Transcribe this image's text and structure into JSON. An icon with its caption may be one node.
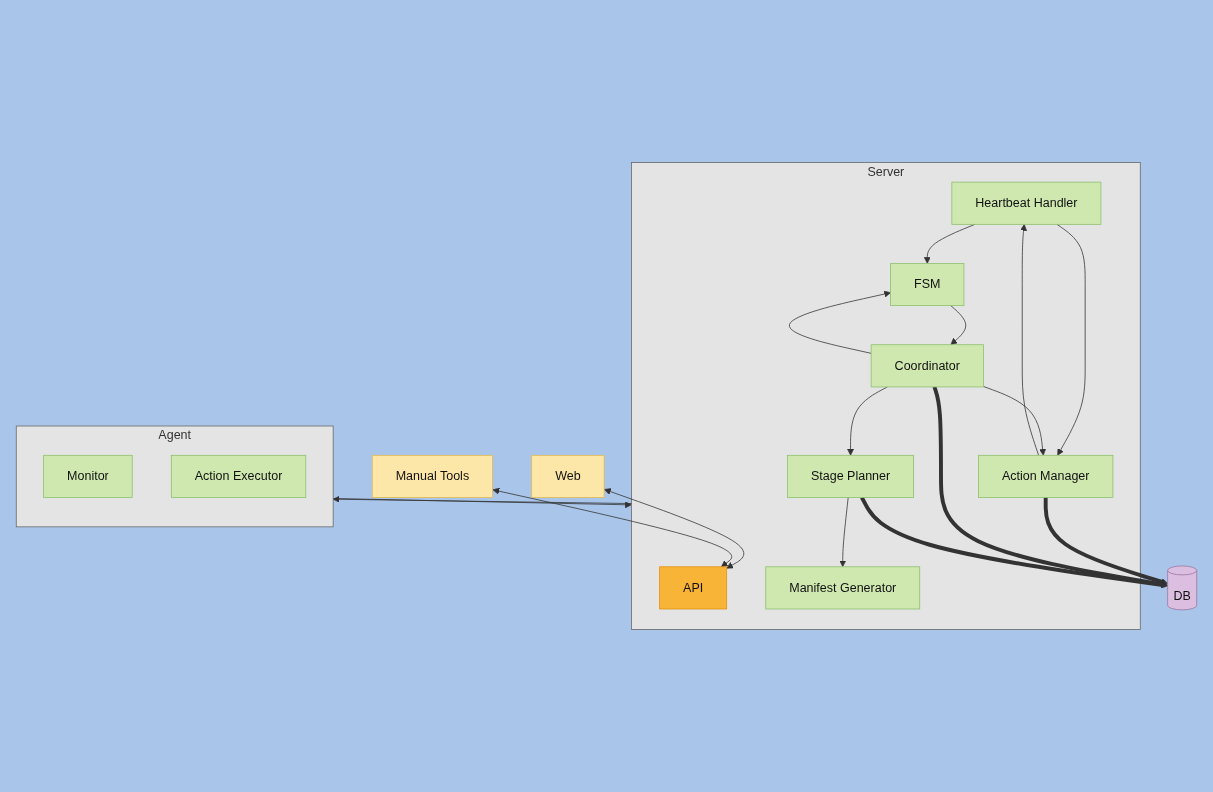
{
  "diagram": {
    "nodes": [
      {
        "text": [
          "Web"
        ]
      },
      {
        "text": [
          "Manual Tools"
        ]
      },
      {
        "text": [
          "Server"
        ]
      },
      {
        "text": [
          "API"
        ],
        "in": 2
      },
      {
        "text": [
          "Heartbeat Handler"
        ],
        "in": 2
      },
      {
        "text": [
          "FSM"
        ],
        "in": 2
      },
      {
        "text": [
          "Manifest Generator"
        ],
        "in": 2
      },
      {
        "text": [
          "Action Manager"
        ],
        "in": 2
      },
      {
        "text": [
          "Coordinator"
        ],
        "in": 2
      },
      {
        "text": [
          "Stage Planner"
        ],
        "in": 2
      },
      {
        "text": [
          "Agent"
        ]
      },
      {
        "text": [
          "Monitor"
        ],
        "in": 10
      },
      {
        "text": [
          "Action Executor"
        ],
        "in": 10
      },
      {
        "text": [
          "DB"
        ]
      }
    ],
    "edges": [
      {
        "from": 0,
        "to": 3,
        "arrow": "both"
      },
      {
        "from": 1,
        "to": 3,
        "arrow": "both"
      },
      {
        "from": 10,
        "to": 2,
        "arrow": "to"
      },
      {
        "from": 2,
        "to": 10,
        "arrow": "to"
      },
      {
        "from": 4,
        "to": 5,
        "arrow": "to"
      },
      {
        "from": 4,
        "to": 7,
        "arrow": "to"
      },
      {
        "from": 7,
        "to": 4,
        "arrow": "to"
      },
      {
        "from": 5,
        "to": 8,
        "arrow": "to"
      },
      {
        "from": 8,
        "to": 5,
        "arrow": "to"
      },
      {
        "from": 9,
        "to": 6,
        "arrow": "to"
      },
      {
        "from": 8,
        "to": 7,
        "arrow": "to"
      },
      {
        "from": 8,
        "to": 9,
        "arrow": "to"
      },
      {
        "from": 7,
        "to": 13,
        "arrow": "to",
        "style": "thick"
      },
      {
        "from": 8,
        "to": 13,
        "arrow": "to",
        "style": "thick"
      },
      {
        "from": 9,
        "to": 13,
        "arrow": "to",
        "style": "thick"
      }
    ]
  }
}
